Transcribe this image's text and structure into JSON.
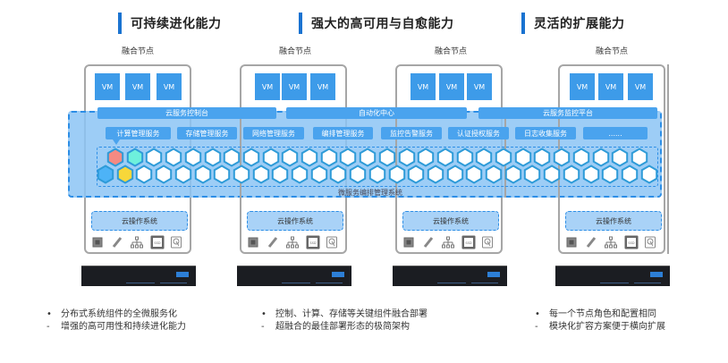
{
  "headings": [
    {
      "text": "可持续进化能力"
    },
    {
      "text": "强大的高可用与自愈能力"
    },
    {
      "text": "灵活的扩展能力"
    }
  ],
  "nodes": [
    {
      "label": "融合节点",
      "vms": [
        "VM",
        "VM",
        "VM"
      ],
      "os": "云操作系统"
    },
    {
      "label": "融合节点",
      "vms": [
        "VM",
        "VM",
        "VM"
      ],
      "os": "云操作系统"
    },
    {
      "label": "融合节点",
      "vms": [
        "VM",
        "VM",
        "VM"
      ],
      "os": "云操作系统"
    },
    {
      "label": "融合节点",
      "vms": [
        "VM",
        "VM",
        "VM"
      ],
      "os": "云操作系统"
    }
  ],
  "platforms": [
    "云服务控制台",
    "自动化中心",
    "云服务监控平台"
  ],
  "services": [
    "计算管理服务",
    "存储管理服务",
    "网络管理服务",
    "编排管理服务",
    "监控告警服务",
    "认证授权服务",
    "日志收集服务",
    "......"
  ],
  "microservice_label": "微服务编排管理系统",
  "hardware_icons": [
    "cpu-icon",
    "memory-icon",
    "network-icon",
    "ssd-icon",
    "hdd-icon"
  ],
  "ssd_label": "SSD",
  "hex_colors": {
    "highlight1": "#f48a83",
    "highlight2": "#6ef0dc",
    "highlight3": "#4db3f7",
    "highlight4": "#f7d73a",
    "normal": "#ffffff",
    "stroke": "#2e9bd8"
  },
  "bullets": [
    {
      "items": [
        {
          "mark": "•",
          "text": "分布式系统组件的全微服务化"
        },
        {
          "mark": "-",
          "text": "增强的高可用性和持续进化能力"
        }
      ]
    },
    {
      "items": [
        {
          "mark": "•",
          "text": "控制、计算、存储等关键组件融合部署"
        },
        {
          "mark": "-",
          "text": "超融合的最佳部署形态的极简架构"
        }
      ]
    },
    {
      "items": [
        {
          "mark": "•",
          "text": "每一个节点角色和配置相同"
        },
        {
          "mark": "-",
          "text": "模块化扩容方案便于横向扩展"
        }
      ]
    }
  ]
}
